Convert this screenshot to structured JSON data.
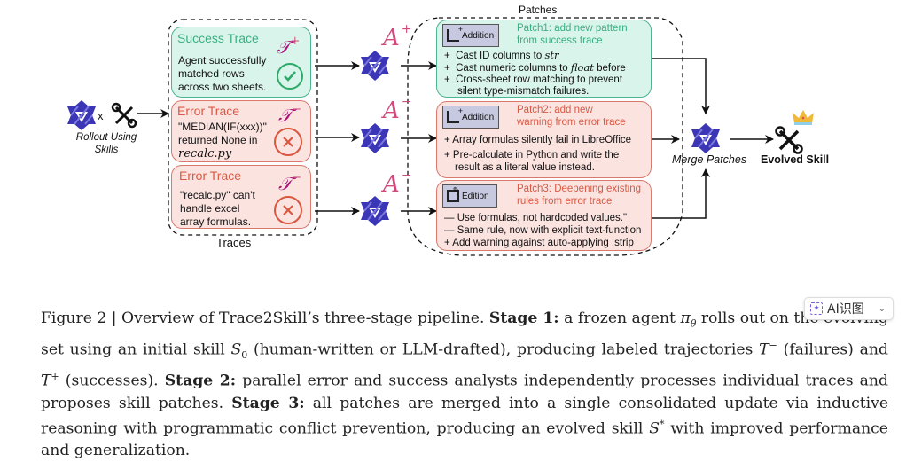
{
  "figure": {
    "rollout_label": "Rollout Using Skills",
    "rollout_times": "x",
    "traces_label": "Traces",
    "patches_label": "Patches",
    "merge_label": "Merge Patches",
    "evolved_label": "Evolved Skill",
    "traces": [
      {
        "kind": "success",
        "title": "Success Trace",
        "tau_sign": "+",
        "lines": [
          "Agent successfully",
          "matched rows",
          "across two sheets."
        ],
        "status_icon": "check-circle-icon"
      },
      {
        "kind": "error",
        "title": "Error Trace",
        "tau_sign": "−",
        "lines": [
          "\"MEDIAN(IF(xxx))\"",
          "returned None in"
        ],
        "math_line": "recalc.py",
        "status_icon": "x-circle-icon"
      },
      {
        "kind": "error",
        "title": "Error Trace",
        "tau_sign": "−",
        "lines": [
          "\"recalc.py\" can't",
          "handle excel",
          "array formulas."
        ],
        "status_icon": "x-circle-icon"
      }
    ],
    "analysts": [
      {
        "letter": "A",
        "sign": "+"
      },
      {
        "letter": "A",
        "sign": "−"
      },
      {
        "letter": "A",
        "sign": "−"
      }
    ],
    "patches": [
      {
        "kind": "success",
        "chip": "Addition",
        "title": [
          "Patch1: add new pattern",
          "from success trace"
        ],
        "lines": [
          {
            "mark": "+",
            "pre": "Cast ID columns to ",
            "math": "str",
            "post": ""
          },
          {
            "mark": "+",
            "pre": "Cast numeric columns to ",
            "math": "float",
            "post": " before"
          },
          {
            "mark": "+",
            "pre": "Cross-sheet row matching to prevent",
            "math": "",
            "post": ""
          },
          {
            "mark": "",
            "pre": "silent type-mismatch failures.",
            "math": "",
            "post": ""
          }
        ]
      },
      {
        "kind": "error",
        "chip": "Addition",
        "title": [
          "Patch2: add new",
          "warning from error trace"
        ],
        "lines": [
          {
            "mark": "+",
            "pre": "Array formulas silently fail in LibreOffice",
            "math": "",
            "post": ""
          },
          {
            "mark": "+",
            "pre": "Pre-calculate in Python and write the",
            "math": "",
            "post": ""
          },
          {
            "mark": "",
            "pre": "result as a literal value instead.",
            "math": "",
            "post": ""
          }
        ]
      },
      {
        "kind": "error",
        "chip": "Edition",
        "title": [
          "Patch3: Deepening existing",
          "rules from error trace"
        ],
        "lines": [
          {
            "mark": "—",
            "pre": "Use formulas, not hardcoded values.\"",
            "math": "",
            "post": ""
          },
          {
            "mark": "—",
            "pre": "Same rule, now with explicit text-function",
            "math": "",
            "post": ""
          },
          {
            "mark": "+",
            "pre": "Add warning against auto-applying .strip",
            "math": "",
            "post": ""
          }
        ]
      }
    ],
    "colors": {
      "success_fill": "#d9f4ea",
      "success_stroke": "#4cb48f",
      "error_fill": "#fbe3e0",
      "error_stroke": "#d9786c",
      "agent_blue": "#3b36b5",
      "tau_color": "#a8137a",
      "crown": "#f2b83a"
    }
  },
  "caption": {
    "fig_label": "Figure 2 | Overview of Trace2Skill’s three-stage pipeline.",
    "stage1_label": "Stage 1:",
    "stage1_text_a": "a frozen agent ",
    "pi": "π",
    "pi_sub": "θ",
    "stage1_text_b": " rolls out on the evolving set using an initial skill ",
    "S0": "S",
    "S0_sub": "0",
    "stage1_text_c": " (human-written or LLM-drafted), producing labeled trajectories ",
    "Tminus": "T",
    "Tminus_sup": "−",
    "stage1_text_d": " (failures) and ",
    "Tplus": "T",
    "Tplus_sup": "+",
    "stage1_text_e": " (successes). ",
    "stage2_label": "Stage 2:",
    "stage2_text": " parallel error and success analysts independently processes individual traces and proposes skill patches. ",
    "stage3_label": "Stage 3:",
    "stage3_text_a": " all patches are merged into a single consolidated update via inductive reasoning with programmatic conflict prevention, producing an evolved skill ",
    "Sstar": "S",
    "Sstar_sup": "*",
    "stage3_text_b": " with improved performance and generalization."
  },
  "overlay": {
    "ai_badge_label": "AI识图",
    "ai_badge_icon": "ai-scan-icon",
    "chevron": "⌄"
  }
}
